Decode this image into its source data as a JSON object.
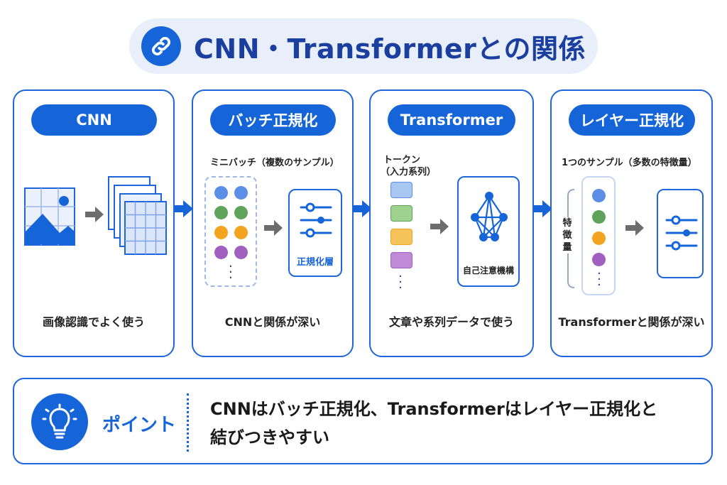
{
  "title": "CNN・Transformerとの関係",
  "panels": [
    {
      "label": "CNN",
      "caption": "画像認識でよく使う"
    },
    {
      "label": "バッチ正規化",
      "sublabel": "ミニバッチ（複数のサンプル）",
      "box_label": "正規化層",
      "caption": "CNNと関係が深い"
    },
    {
      "label": "Transformer",
      "sublabel_line1": "トークン",
      "sublabel_line2": "（入力系列）",
      "box_label": "自己注意機構",
      "caption": "文章や系列データで使う"
    },
    {
      "label": "レイヤー正規化",
      "sublabel": "1つのサンプル（多数の特徴量）",
      "side_label": "特徴量",
      "caption": "Transformerと関係が深い"
    }
  ],
  "point": {
    "label": "ポイント",
    "line1": "CNNはバッチ正規化、Transformerはレイヤー正規化と",
    "line2": "結びつきやすい"
  },
  "icons": {
    "title": "link-icon",
    "point": "lightbulb-icon",
    "normalize": "sliders-icon",
    "attention": "network-icon",
    "image": "image-icon",
    "feature_maps": "feature-map-icon"
  },
  "colors": {
    "primary": "#1565d8",
    "dot_blue": "#5b8fe6",
    "dot_green": "#5fa35a",
    "dot_orange": "#f2a31f",
    "dot_purple": "#a15fbf"
  }
}
